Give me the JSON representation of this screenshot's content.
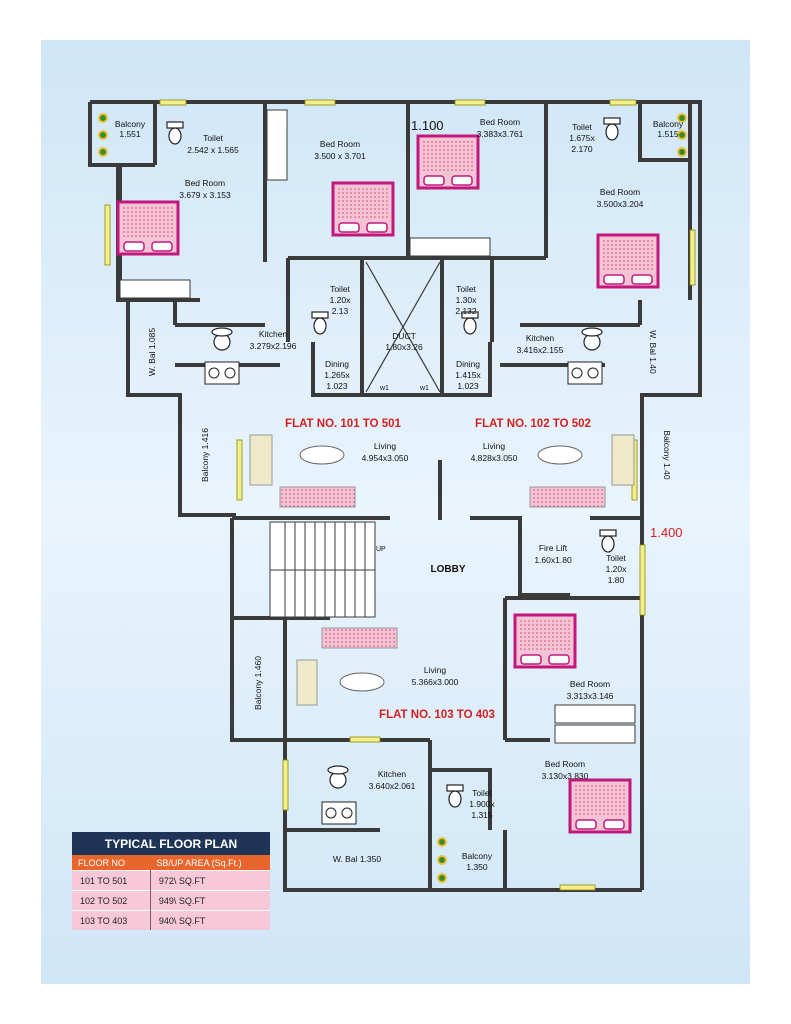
{
  "colors": {
    "background": "#d6eaf8",
    "wall": "#3a3a3a",
    "bed": "#c2187e",
    "bed_fill": "#f2b6c8",
    "sofa": "#f7c6cf",
    "flat_label": "#d62020",
    "table_header": "#1f3557",
    "table_subheader": "#e8652b",
    "table_row": "#f6c8d8"
  },
  "levels": {
    "top": "1.100",
    "right": "1.400"
  },
  "flats": {
    "a": "FLAT NO. 101 TO 501",
    "b": "FLAT NO. 102 TO 502",
    "c": "FLAT NO. 103 TO 403"
  },
  "lobby": "LOBBY",
  "up": "UP",
  "w1": "w1",
  "rooms": {
    "bal_tl": [
      "Balcony",
      "1.551"
    ],
    "toilet_tl": [
      "Toilet",
      "2.542 x 1.565"
    ],
    "bed_t2": [
      "Bed Room",
      "3.500 x 3.701"
    ],
    "bed_t3": [
      "Bed Room",
      "3.383x3.761"
    ],
    "toilet_tr": [
      "Toilet",
      "1.675x",
      "2.170"
    ],
    "bal_tr": [
      "Balcony",
      "1.515"
    ],
    "bed_l": [
      "Bed Room",
      "3.679 x 3.153"
    ],
    "bed_r": [
      "Bed Room",
      "3.500x3.204"
    ],
    "toilet_c1": [
      "Toilet",
      "1.20x",
      "2.13"
    ],
    "toilet_c2": [
      "Toilet",
      "1.30x",
      "2.132"
    ],
    "duct": [
      "DUCT",
      "1.80x3.26"
    ],
    "kitchen_l": [
      "Kitchen",
      "3.279x2.196"
    ],
    "kitchen_r": [
      "Kitchen",
      "3.416x2.155"
    ],
    "wbal_l": "W. Bal 1.085",
    "wbal_r": "W. Bal 1.40",
    "dining_l": [
      "Dining",
      "1.265x",
      "1.023"
    ],
    "dining_r": [
      "Dining",
      "1.415x",
      "1.023"
    ],
    "living_l": [
      "Living",
      "4.954x3.050"
    ],
    "living_r": [
      "Living",
      "4.828x3.050"
    ],
    "bal_left": "Balcony 1.416",
    "bal_right": "Balcony 1.40",
    "fire_lift": [
      "Fire Lift",
      "1.60x1.80"
    ],
    "toilet_lobby": [
      "Toilet",
      "1.20x",
      "1.80"
    ],
    "bal_lower": "Balcony 1.460",
    "living_c": [
      "Living",
      "5.366x3.000"
    ],
    "bed_c1": [
      "Bed Room",
      "3.313x3.146"
    ],
    "bed_c2": [
      "Bed Room",
      "3.130x3.830"
    ],
    "kitchen_c": [
      "Kitchen",
      "3.640x2.061"
    ],
    "toilet_c": [
      "Toilet",
      "1.900x",
      "1.315"
    ],
    "wbal_c": "W. Bal 1.350",
    "bal_c": [
      "Balcony",
      "1.350"
    ]
  },
  "table": {
    "title": "TYPICAL FLOOR PLAN",
    "col1": "FLOOR NO",
    "col2": "SB/UP AREA (Sq.Ft.)",
    "rows": [
      {
        "floor": "101  TO  501",
        "area": "972\\ SQ.FT"
      },
      {
        "floor": "102  TO  502",
        "area": "949\\ SQ.FT"
      },
      {
        "floor": "103  TO  403",
        "area": "940\\ SQ.FT"
      }
    ]
  }
}
